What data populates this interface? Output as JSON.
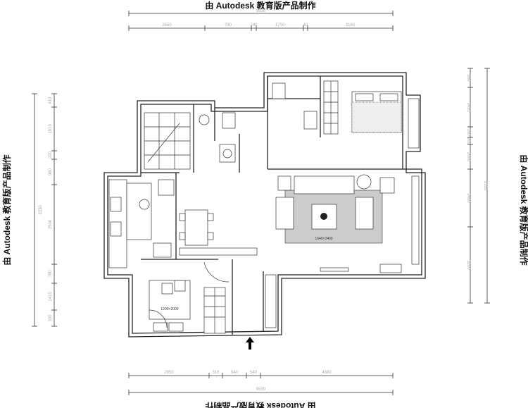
{
  "watermark": {
    "text": "由 Autodesk 教育版产品制作"
  },
  "dimensions": {
    "top_total": "9530",
    "top_segments": [
      "2550",
      "730",
      "240",
      "1750",
      "40",
      "3160"
    ],
    "bottom_total": "9530",
    "bottom_segments": [
      "2950",
      "310",
      "940",
      "540",
      "4880"
    ],
    "left_total": "9330",
    "left_segments": [
      "410",
      "1810",
      "220",
      "960",
      "2500",
      "780",
      "1410",
      "320"
    ],
    "right_total": "9350",
    "right_segments": [
      "590",
      "1450",
      "100",
      "200",
      "2000",
      "2400",
      "3200"
    ]
  },
  "labels": {
    "bed_small": "1200×2000",
    "rug": "1640×2400"
  }
}
